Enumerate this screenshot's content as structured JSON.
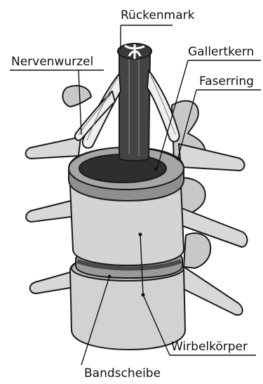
{
  "labels": {
    "spinal_cord": "Rückenmark",
    "nerve_root": "Nervenwurzel",
    "nucleus": "Gallertkern",
    "annulus": "Faserring",
    "vertebral_body": "Wirbelkörper",
    "disc": "Bandscheibe"
  },
  "colors": {
    "outline": "#1a1a1a",
    "bone_light": "#d4d4d4",
    "bone_mid": "#bdbdbd",
    "annulus": "#8f8f8f",
    "nucleus": "#2e2e2e",
    "cord": "#444444",
    "nerve": "#eeeeee",
    "leader": "#111111"
  }
}
